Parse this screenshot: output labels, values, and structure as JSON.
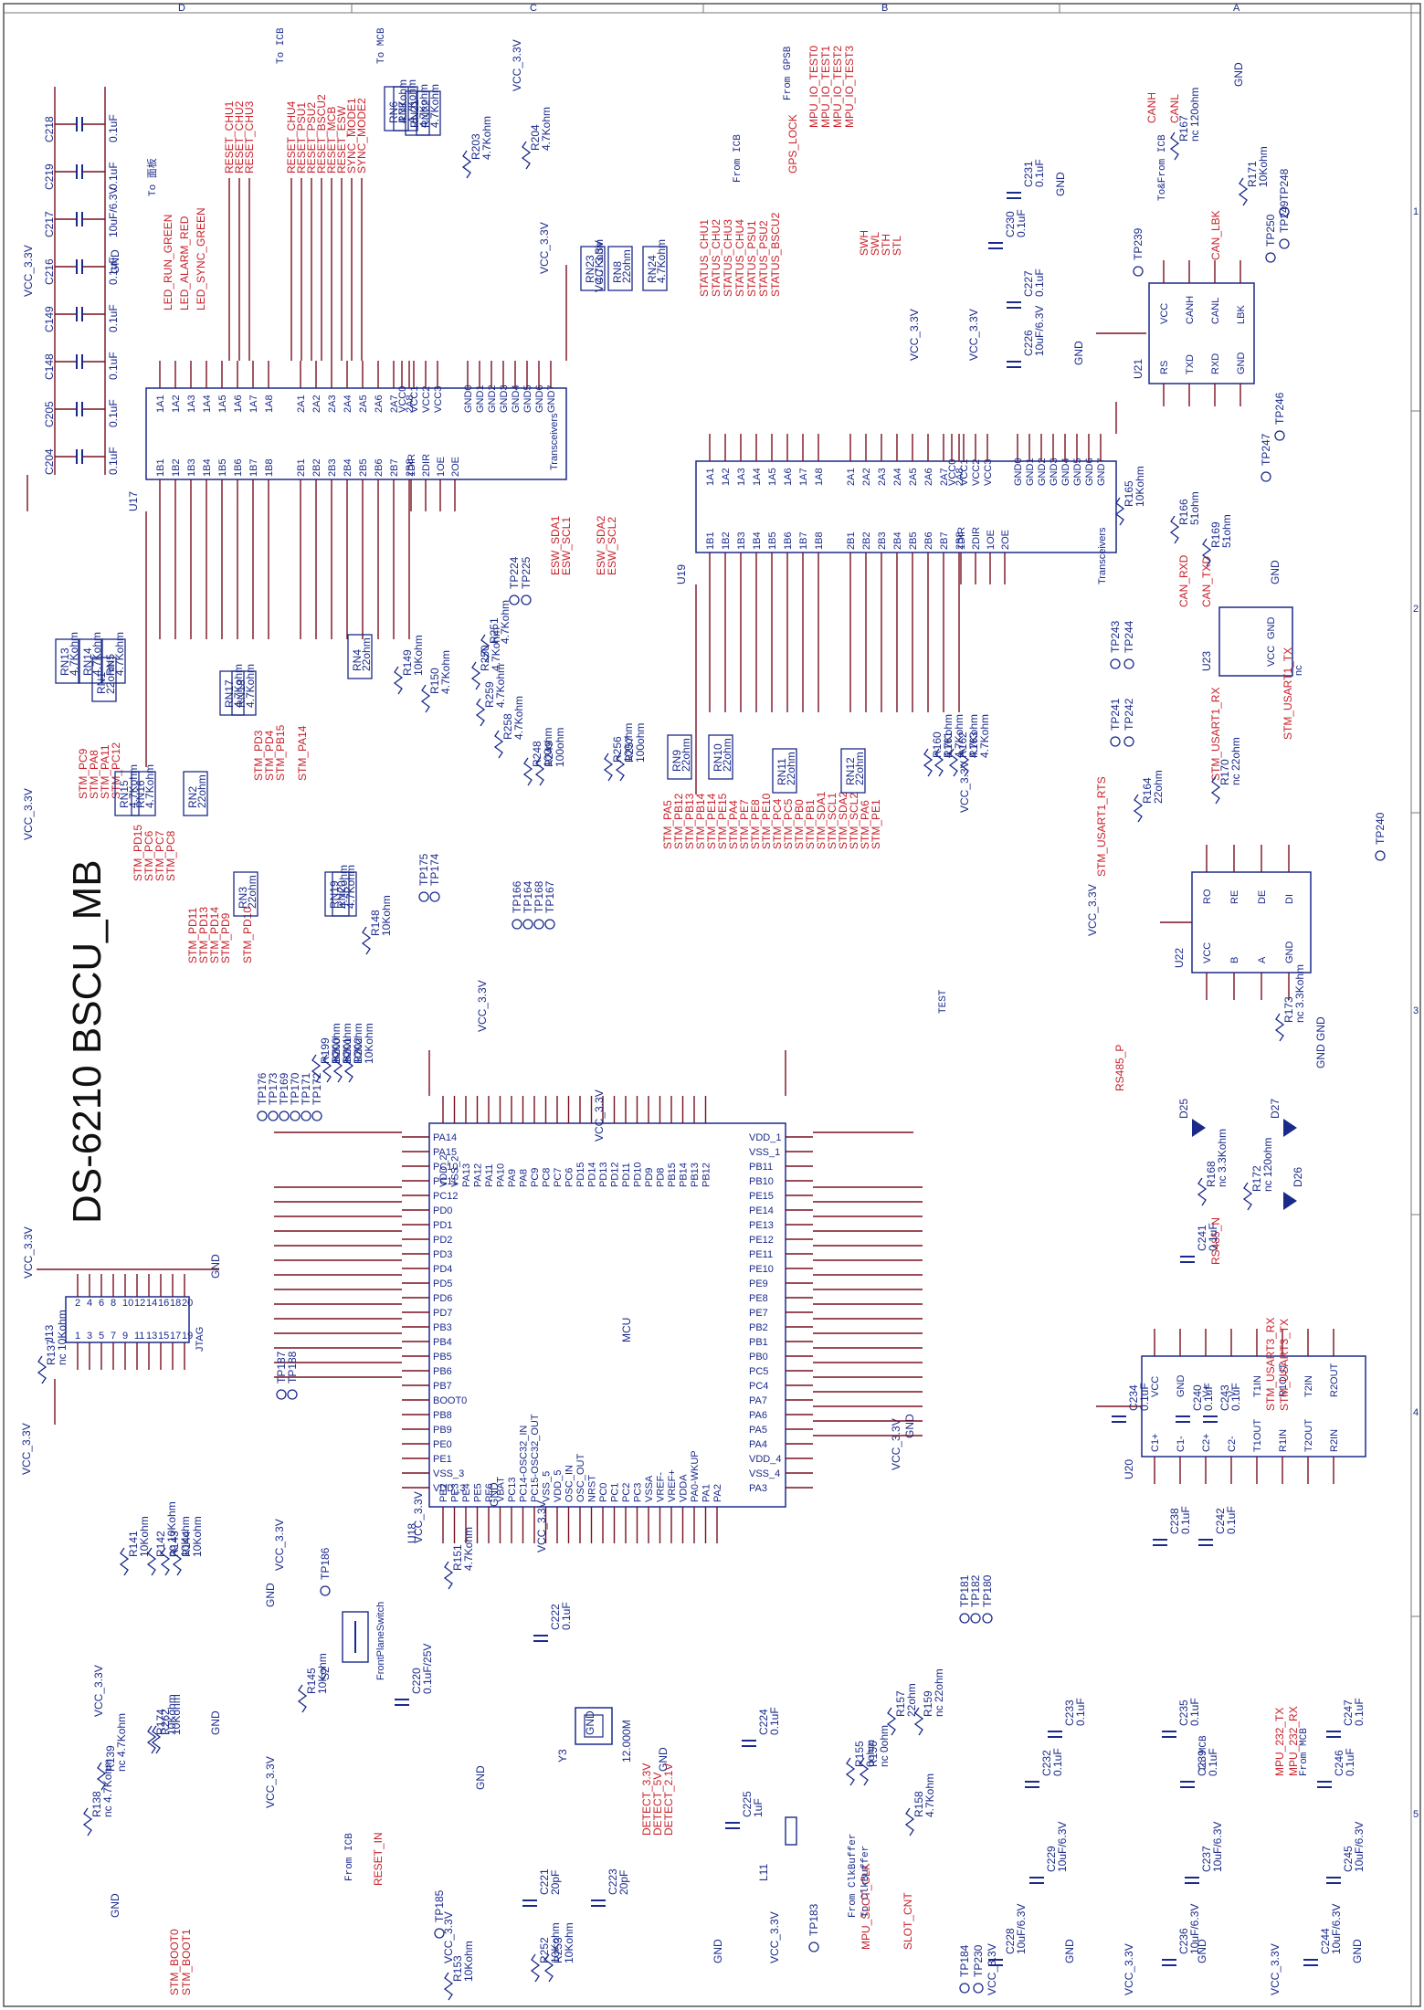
{
  "title": "DS-6210 BSCU_MB",
  "frame": {
    "zone_letters": [
      "D",
      "C",
      "B",
      "A"
    ],
    "zone_numbers": [
      "1",
      "2",
      "3",
      "4",
      "5"
    ]
  },
  "chips": {
    "u17": {
      "ref": "U17",
      "type": "Transceivers",
      "a_pins": [
        "1A1",
        "1A2",
        "1A3",
        "1A4",
        "1A5",
        "1A6",
        "1A7",
        "1A8",
        "2A1",
        "2A2",
        "2A3",
        "2A4",
        "2A5",
        "2A6",
        "2A7",
        "2A8"
      ],
      "b_pins": [
        "1B1",
        "1B2",
        "1B3",
        "1B4",
        "1B5",
        "1B6",
        "1B7",
        "1B8",
        "2B1",
        "2B2",
        "2B3",
        "2B4",
        "2B5",
        "2B6",
        "2B7",
        "2B8"
      ],
      "pwr_pins": [
        "VCC0",
        "VCC1",
        "VCC2",
        "VCC3",
        "GND0",
        "GND1",
        "GND2",
        "GND3",
        "GND4",
        "GND5",
        "GND6",
        "GND7",
        "1DIR",
        "2DIR",
        "1OE",
        "2OE"
      ]
    },
    "u19": {
      "ref": "U19",
      "type": "Transceivers"
    },
    "u18": {
      "ref": "U18",
      "type": "MCU",
      "top_pins": [
        "VDD_2",
        "VSS_2",
        "PA13",
        "PA12",
        "PA11",
        "PA10",
        "PA9",
        "PA8",
        "PC9",
        "PC8",
        "PC7",
        "PC6",
        "PD15",
        "PD14",
        "PD13",
        "PD12",
        "PD11",
        "PD10",
        "PD9",
        "PD8",
        "PB15",
        "PB14",
        "PB13",
        "PB12"
      ],
      "left_pins": [
        "PA14",
        "PA15",
        "PC10",
        "PC11",
        "PC12",
        "PD0",
        "PD1",
        "PD2",
        "PD3",
        "PD4",
        "PD5",
        "PD6",
        "PD7",
        "PB3",
        "PB4",
        "PB5",
        "PB6",
        "PB7",
        "BOOT0",
        "PB8",
        "PB9",
        "PE0",
        "PE1",
        "VSS_3",
        "VDD_3"
      ],
      "bottom_pins": [
        "PE2",
        "PE3",
        "PE4",
        "PE5",
        "PE6",
        "VBAT",
        "PC13",
        "PC14-OSC32_IN",
        "PC15-OSC32_OUT",
        "VSS_5",
        "VDD_5",
        "OSC_IN",
        "OSC_OUT",
        "NRST",
        "PC0",
        "PC1",
        "PC2",
        "PC3",
        "VSSA",
        "VREF-",
        "VREF+",
        "VDDA",
        "PA0-WKUP",
        "PA1",
        "PA2"
      ],
      "right_pins": [
        "VDD_1",
        "VSS_1",
        "PB11",
        "PB10",
        "PE15",
        "PE14",
        "PE13",
        "PE12",
        "PE11",
        "PE10",
        "PE9",
        "PE8",
        "PE7",
        "PB2",
        "PB1",
        "PB0",
        "PC5",
        "PC4",
        "PA7",
        "PA6",
        "PA5",
        "PA4",
        "VDD_4",
        "VSS_4",
        "PA3"
      ]
    },
    "u21": {
      "ref": "U21",
      "pins": [
        "VCC",
        "CANH",
        "CANL",
        "LBK",
        "RS",
        "TXD",
        "RXD",
        "GND"
      ]
    },
    "u22": {
      "ref": "U22",
      "pins": [
        "RO",
        "RE",
        "DE",
        "DI",
        "VCC",
        "B",
        "A",
        "GND"
      ]
    },
    "u20": {
      "ref": "U20",
      "pins": [
        "VCC",
        "GND",
        "V+",
        "V-",
        "T1IN",
        "R1OUT",
        "T2IN",
        "R2OUT",
        "C1+",
        "C1-",
        "C2+",
        "C2-",
        "T1OUT",
        "R1IN",
        "T2OUT",
        "R2IN"
      ]
    },
    "u23": {
      "ref": "U23",
      "pins": [
        "GND",
        "VCC",
        "nc"
      ]
    },
    "j13": {
      "ref": "J13",
      "type": "JTAG"
    },
    "s2": {
      "ref": "S2",
      "type": "FrontPlaneSwitch"
    },
    "y3": {
      "ref": "Y3",
      "freq": "12.000M"
    }
  },
  "nets": {
    "vcc": "VCC_3.3V",
    "gnd": "GND",
    "top_left_signals": [
      "RESET_CHU1",
      "RESET_CHU2",
      "RESET_CHU3",
      "RESET_CHU4",
      "RESET_PSU1",
      "RESET_PSU2",
      "RESET_BSCU2",
      "RESET_MCB",
      "RESET_ESW",
      "SYNC_MODE1",
      "SYNC_MODE2"
    ],
    "led_signals": [
      "LED_RUN_GREEN",
      "LED_ALARM_RED",
      "LED_SYNC_GREEN"
    ],
    "status_signals": [
      "STATUS_CHU1",
      "STATUS_CHU2",
      "STATUS_CHU3",
      "STATUS_CHU4",
      "STATUS_PSU1",
      "STATUS_PSU2",
      "STATUS_BSCU2"
    ],
    "mpu_test": [
      "MPU_IO_TEST0",
      "MPU_IO_TEST1",
      "MPU_IO_TEST2",
      "MPU_IO_TEST3"
    ],
    "sw_signals": [
      "SWH",
      "SWL",
      "STH",
      "STL"
    ],
    "gps_lock": "GPS_LOCK",
    "can": [
      "CANH",
      "CANL",
      "CAN_LBK",
      "CAN_RXD",
      "CAN_TXD"
    ],
    "esw": [
      "ESW_SDA1",
      "ESW_SCL1",
      "ESW_SDA2",
      "ESW_SCL2"
    ],
    "rs485": [
      "RS485_P",
      "RS485_N"
    ],
    "usart": [
      "STM_USART1_RX",
      "STM_USART1_TX",
      "STM_USART1_RTS",
      "STM_USART3_RX",
      "STM_USART3_TX"
    ],
    "detect": [
      "DETECT_3.3V",
      "DETECT_5V",
      "DETECT_2.1V"
    ],
    "misc": [
      "RESET_IN",
      "MPU_SLOT_CLK",
      "SLOT_CNT",
      "MPU_232_TX",
      "MPU_232_RX",
      "STM_BOOT0",
      "STM_BOOT1"
    ],
    "stm_u17_side": [
      "STM_PC9",
      "STM_PA8",
      "STM_PA11",
      "STM_PC12",
      "STM_PD15",
      "STM_PC6",
      "STM_PC7",
      "STM_PC8",
      "STM_PD11",
      "STM_PD13",
      "STM_PD14",
      "STM_PD9",
      "STM_PD10",
      "STM_PD3",
      "STM_PD4",
      "STM_PB15",
      "STM_PA14"
    ],
    "stm_u19_side": [
      "STM_PA5",
      "STM_PB12",
      "STM_PB13",
      "STM_PB14",
      "STM_PE14",
      "STM_PE15",
      "STM_PA4",
      "STM_PE7",
      "STM_PE8",
      "STM_PE10",
      "STM_PC4",
      "STM_PC5",
      "STM_PB0",
      "STM_PB1",
      "STM_SDA1",
      "STM_SCL1",
      "STM_SDA2",
      "STM_SCL2",
      "STM_PA6",
      "STM_PE1"
    ]
  },
  "notes": {
    "to_icb": "To ICB",
    "to_mcb": "To MCB",
    "from_gpsb": "From GPSB",
    "from_icb": "From ICB",
    "from_clkbuffer": "From ClkBuffer",
    "to_clkbuffer": "To ClkBuffer",
    "from_mcb": "From MCB",
    "to_panel": "To 面板",
    "test": "TEST",
    "to_from_icb": "To&From ICB"
  },
  "resistors": [
    {
      "ref": "R137",
      "val": "nc 10Kohm"
    },
    {
      "ref": "R138",
      "val": "nc 4.7Kohm"
    },
    {
      "ref": "R139",
      "val": "nc 4.7Kohm"
    },
    {
      "ref": "R141",
      "val": "10Kohm"
    },
    {
      "ref": "R142",
      "val": "nc 10Kohm"
    },
    {
      "ref": "R143",
      "val": "10Kohm"
    },
    {
      "ref": "R144",
      "val": "10Kohm"
    },
    {
      "ref": "R145",
      "val": "10Kohm"
    },
    {
      "ref": "R148",
      "val": "10Kohm"
    },
    {
      "ref": "R149",
      "val": "10Kohm"
    },
    {
      "ref": "R150",
      "val": "4.7Kohm"
    },
    {
      "ref": "R151",
      "val": "4.7Kohm"
    },
    {
      "ref": "R153",
      "val": "10Kohm"
    },
    {
      "ref": "R155",
      "val": "0ohm"
    },
    {
      "ref": "R156",
      "val": "nc 0ohm"
    },
    {
      "ref": "R157",
      "val": "22ohm"
    },
    {
      "ref": "R158",
      "val": "4.7Kohm"
    },
    {
      "ref": "R159",
      "val": "nc 22ohm"
    },
    {
      "ref": "R160",
      "val": "4.7Kohm"
    },
    {
      "ref": "R161",
      "val": "4.7Kohm"
    },
    {
      "ref": "R162",
      "val": "4.7Kohm"
    },
    {
      "ref": "R163",
      "val": "4.7Kohm"
    },
    {
      "ref": "R164",
      "val": "22ohm"
    },
    {
      "ref": "R165",
      "val": "10Kohm"
    },
    {
      "ref": "R166",
      "val": "51ohm"
    },
    {
      "ref": "R167",
      "val": "nc 120ohm"
    },
    {
      "ref": "R168",
      "val": "nc 3.3Kohm"
    },
    {
      "ref": "R169",
      "val": "51ohm"
    },
    {
      "ref": "R170",
      "val": "nc 22ohm"
    },
    {
      "ref": "R171",
      "val": "10Kohm"
    },
    {
      "ref": "R172",
      "val": "nc 120ohm"
    },
    {
      "ref": "R173",
      "val": "nc 3.3Kohm"
    },
    {
      "ref": "R174",
      "val": "10Kohm"
    },
    {
      "ref": "R199",
      "val": "10Kohm"
    },
    {
      "ref": "R200",
      "val": "10Kohm"
    },
    {
      "ref": "R201",
      "val": "10Kohm"
    },
    {
      "ref": "R202",
      "val": "10Kohm"
    },
    {
      "ref": "R203",
      "val": "4.7Kohm"
    },
    {
      "ref": "R204",
      "val": "4.7Kohm"
    },
    {
      "ref": "R248",
      "val": "100ohm"
    },
    {
      "ref": "R249",
      "val": "100ohm"
    },
    {
      "ref": "R250",
      "val": "4.7Kohm"
    },
    {
      "ref": "R251",
      "val": "4.7Kohm"
    },
    {
      "ref": "R252",
      "val": "10Kohm"
    },
    {
      "ref": "R253",
      "val": "10Kohm"
    },
    {
      "ref": "R256",
      "val": "100ohm"
    },
    {
      "ref": "R257",
      "val": "100ohm"
    },
    {
      "ref": "R258",
      "val": "4.7Kohm"
    },
    {
      "ref": "R259",
      "val": "4.7Kohm"
    },
    {
      "ref": "R262",
      "val": "10Kohm"
    }
  ],
  "capacitors": [
    {
      "ref": "C204",
      "val": "0.1uF"
    },
    {
      "ref": "C205",
      "val": "0.1uF"
    },
    {
      "ref": "C148",
      "val": "0.1uF"
    },
    {
      "ref": "C149",
      "val": "0.1uF"
    },
    {
      "ref": "C216",
      "val": "0.1uF"
    },
    {
      "ref": "C217",
      "val": "10uF/6.3V"
    },
    {
      "ref": "C219",
      "val": "0.1uF"
    },
    {
      "ref": "C218",
      "val": "0.1uF"
    },
    {
      "ref": "C220",
      "val": "0.1uF/25V"
    },
    {
      "ref": "C221",
      "val": "20pF"
    },
    {
      "ref": "C222",
      "val": "0.1uF"
    },
    {
      "ref": "C223",
      "val": "20pF"
    },
    {
      "ref": "C224",
      "val": "0.1uF"
    },
    {
      "ref": "C225",
      "val": "1uF"
    },
    {
      "ref": "C226",
      "val": "10uF/6.3V"
    },
    {
      "ref": "C227",
      "val": "0.1uF"
    },
    {
      "ref": "C228",
      "val": "10uF/6.3V"
    },
    {
      "ref": "C229",
      "val": "10uF/6.3V"
    },
    {
      "ref": "C230",
      "val": "0.1uF"
    },
    {
      "ref": "C231",
      "val": "0.1uF"
    },
    {
      "ref": "C232",
      "val": "0.1uF"
    },
    {
      "ref": "C233",
      "val": "0.1uF"
    },
    {
      "ref": "C234",
      "val": "0.1uF"
    },
    {
      "ref": "C235",
      "val": "0.1uF"
    },
    {
      "ref": "C236",
      "val": "10uF/6.3V"
    },
    {
      "ref": "C237",
      "val": "10uF/6.3V"
    },
    {
      "ref": "C238",
      "val": "0.1uF"
    },
    {
      "ref": "C239",
      "val": "0.1uF"
    },
    {
      "ref": "C240",
      "val": "0.1uF"
    },
    {
      "ref": "C241",
      "val": "0.1uF"
    },
    {
      "ref": "C242",
      "val": "0.1uF"
    },
    {
      "ref": "C243",
      "val": "0.1uF"
    },
    {
      "ref": "C244",
      "val": "10uF/6.3V"
    },
    {
      "ref": "C245",
      "val": "10uF/6.3V"
    },
    {
      "ref": "C246",
      "val": "0.1uF"
    },
    {
      "ref": "C247",
      "val": "0.1uF"
    }
  ],
  "diodes": [
    "D25",
    "D26",
    "D27"
  ],
  "inductor": "L11",
  "rnets": [
    {
      "ref": "RN1",
      "val": "22ohm"
    },
    {
      "ref": "RN2",
      "val": "22ohm"
    },
    {
      "ref": "RN3",
      "val": "22ohm"
    },
    {
      "ref": "RN4",
      "val": "22ohm"
    },
    {
      "ref": "RN5",
      "val": "4.7Kohm"
    },
    {
      "ref": "RN6",
      "val": "4.7Kohm"
    },
    {
      "ref": "RN7",
      "val": "4.7Kohm"
    },
    {
      "ref": "RN8",
      "val": "22ohm"
    },
    {
      "ref": "RN9",
      "val": "22ohm"
    },
    {
      "ref": "RN10",
      "val": "22ohm"
    },
    {
      "ref": "RN11",
      "val": "22ohm"
    },
    {
      "ref": "RN12",
      "val": "22ohm"
    },
    {
      "ref": "RN13",
      "val": "4.7Kohm"
    },
    {
      "ref": "RN14",
      "val": "4.7Kohm"
    },
    {
      "ref": "RN15",
      "val": "4.7Kohm"
    },
    {
      "ref": "RN16",
      "val": "4.7Kohm"
    },
    {
      "ref": "RN17",
      "val": "4.7Kohm"
    },
    {
      "ref": "RN18",
      "val": "4.7Kohm"
    },
    {
      "ref": "RN19",
      "val": "4.7Kohm"
    },
    {
      "ref": "RN20",
      "val": "4.7Kohm"
    },
    {
      "ref": "RN21",
      "val": "4.7Kohm"
    },
    {
      "ref": "RN22",
      "val": "4.7Kohm"
    },
    {
      "ref": "RN23",
      "val": "4.7Kohm"
    },
    {
      "ref": "RN24",
      "val": "4.7Kohm"
    }
  ],
  "testpoints": [
    "TP166",
    "TP164",
    "TP168",
    "TP167",
    "TP169",
    "TP170",
    "TP171",
    "TP172",
    "TP173",
    "TP174",
    "TP175",
    "TP176",
    "TP180",
    "TP181",
    "TP182",
    "TP183",
    "TP184",
    "TP185",
    "TP186",
    "TP187",
    "TP188",
    "TP224",
    "TP225",
    "TP230",
    "TP239",
    "TP240",
    "TP241",
    "TP242",
    "TP243",
    "TP244",
    "TP246",
    "TP247",
    "TP248",
    "TP249",
    "TP250"
  ]
}
